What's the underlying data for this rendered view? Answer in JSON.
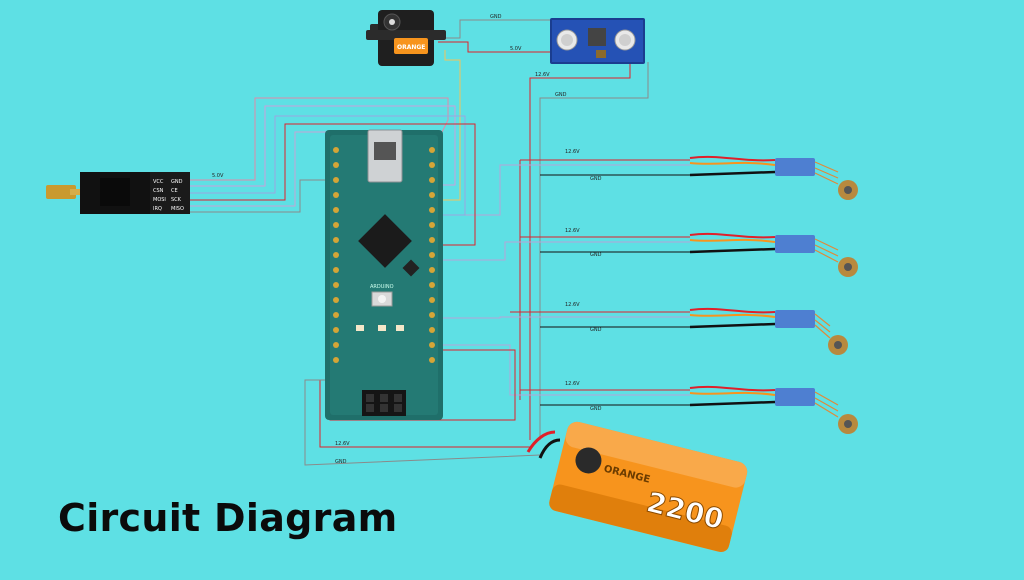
{
  "title": "Circuit Diagram",
  "labels": {
    "gnd": "GND",
    "v12": "12.6V",
    "v5": "5.0V",
    "battery_capacity": "2200",
    "battery_brand": "ORANGE",
    "servo_brand": "ORANGE",
    "arduino_brand": "ARDUINO"
  },
  "nrf_pins": [
    "VCC",
    "CSN",
    "MOSI",
    "IRQ",
    "GND",
    "CE",
    "SCK",
    "MISO"
  ],
  "motors": [
    {
      "id": "motor-1",
      "power_label": "12.6V",
      "gnd_label": "GND"
    },
    {
      "id": "motor-2",
      "power_label": "12.6V",
      "gnd_label": "GND"
    },
    {
      "id": "motor-3",
      "power_label": "12.6V",
      "gnd_label": "GND"
    },
    {
      "id": "motor-4",
      "power_label": "12.6V",
      "gnd_label": "GND"
    }
  ],
  "colors": {
    "background": "#5ee0e4",
    "pcb": "#1f6f6a",
    "battery": "#f7941d",
    "wire_red": "#e0202a",
    "wire_black": "#111111",
    "wire_gray": "#8a8a8a"
  }
}
